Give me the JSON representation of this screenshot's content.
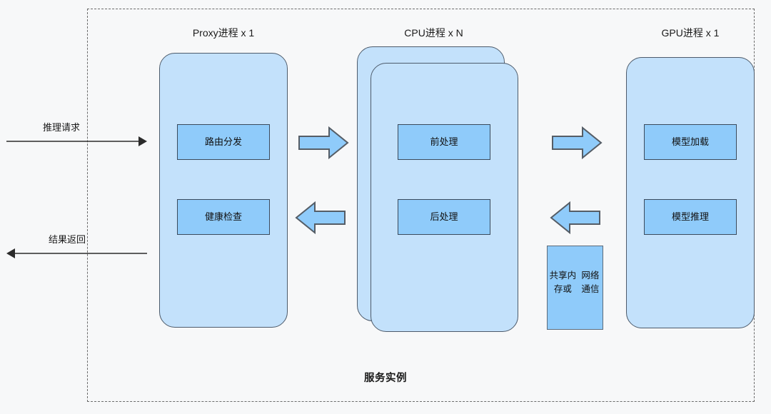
{
  "diagram": {
    "boundary_label": "服务实例",
    "colors": {
      "background": "#f7f8f9",
      "card_fill": "#c3e1fb",
      "card_stroke": "#4d5b6b",
      "block_fill": "#8fcbfa",
      "block_stroke": "#3a4a5c",
      "arrow_fill": "#8fcbfa",
      "arrow_stroke": "#555d66",
      "boundary_stroke": "#6b6b6b",
      "text": "#1a1a1a"
    },
    "columns": [
      {
        "caption": "Proxy进程 x 1"
      },
      {
        "caption": "CPU进程 x N"
      },
      {
        "caption": "GPU进程 x 1"
      }
    ],
    "proxy": {
      "caption": "Proxy进程 x 1",
      "blocks": [
        {
          "label": "路由分发"
        },
        {
          "label": "健康检查"
        }
      ]
    },
    "cpu": {
      "caption": "CPU进程 x N",
      "stacked": true,
      "blocks": [
        {
          "label": "前处理"
        },
        {
          "label": "后处理"
        }
      ]
    },
    "gpu": {
      "caption": "GPU进程 x 1",
      "blocks": [
        {
          "label": "模型加载"
        },
        {
          "label": "模型推理"
        }
      ]
    },
    "memory": {
      "line1": "共享内存或",
      "line2": "网络通信"
    },
    "flows": [
      {
        "label": "推理请求",
        "direction": "right"
      },
      {
        "label": "结果返回",
        "direction": "left"
      }
    ],
    "connectors": [
      {
        "name": "proxy-to-cpu",
        "direction": "right"
      },
      {
        "name": "cpu-to-proxy",
        "direction": "left"
      },
      {
        "name": "cpu-to-gpu",
        "direction": "right"
      },
      {
        "name": "gpu-to-cpu",
        "direction": "left"
      }
    ]
  }
}
